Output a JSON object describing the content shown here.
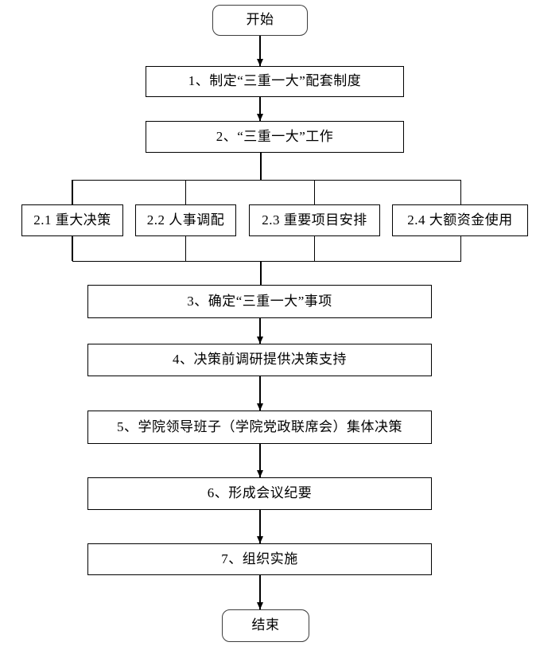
{
  "diagram": {
    "type": "flowchart",
    "background_color": "#ffffff",
    "line_color": "#000000",
    "node_fill_color": "#ffffff",
    "node_border_color": "#000000",
    "nodes": {
      "start": {
        "label": "开始",
        "shape": "rounded"
      },
      "step1": {
        "label": "1、制定“三重一大”配套制度",
        "shape": "rect"
      },
      "step2": {
        "label": "2、“三重一大”工作",
        "shape": "rect"
      },
      "sub1": {
        "label": "2.1 重大决策",
        "shape": "rect"
      },
      "sub2": {
        "label": "2.2 人事调配",
        "shape": "rect"
      },
      "sub3": {
        "label": "2.3 重要项目安排",
        "shape": "rect"
      },
      "sub4": {
        "label": "2.4 大额资金使用",
        "shape": "rect"
      },
      "step3": {
        "label": "3、确定“三重一大”事项",
        "shape": "rect"
      },
      "step4": {
        "label": "4、决策前调研提供决策支持",
        "shape": "rect"
      },
      "step5": {
        "label": "5、学院领导班子（学院党政联席会）集体决策",
        "shape": "rect"
      },
      "step6": {
        "label": "6、形成会议纪要",
        "shape": "rect"
      },
      "step7": {
        "label": "7、组织实施",
        "shape": "rect"
      },
      "end": {
        "label": "结束",
        "shape": "rounded"
      }
    },
    "edges": [
      {
        "from": "start",
        "to": "step1",
        "arrow": true
      },
      {
        "from": "step1",
        "to": "step2",
        "arrow": true
      },
      {
        "from": "step2",
        "to": "sub1",
        "arrow": false
      },
      {
        "from": "step2",
        "to": "sub2",
        "arrow": false
      },
      {
        "from": "step2",
        "to": "sub3",
        "arrow": false
      },
      {
        "from": "step2",
        "to": "sub4",
        "arrow": false
      },
      {
        "from": "sub1",
        "to": "step3",
        "arrow": false
      },
      {
        "from": "sub2",
        "to": "step3",
        "arrow": false
      },
      {
        "from": "sub3",
        "to": "step3",
        "arrow": false
      },
      {
        "from": "sub4",
        "to": "step3",
        "arrow": false
      },
      {
        "from": "step3",
        "to": "step4",
        "arrow": true
      },
      {
        "from": "step4",
        "to": "step5",
        "arrow": true
      },
      {
        "from": "step5",
        "to": "step6",
        "arrow": true
      },
      {
        "from": "step6",
        "to": "step7",
        "arrow": true
      },
      {
        "from": "step7",
        "to": "end",
        "arrow": true
      }
    ]
  }
}
